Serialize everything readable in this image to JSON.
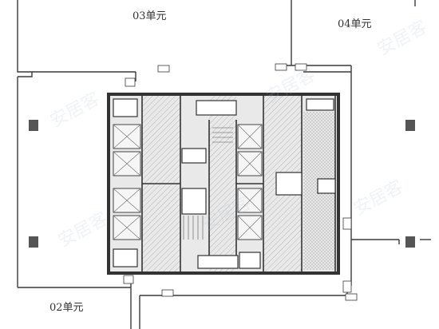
{
  "units": {
    "unit03": "03单元",
    "unit04": "04单元",
    "unit02": "02单元"
  },
  "colors": {
    "line": "#3a3a3a",
    "column": "#555555",
    "hatch": "#9a9a9a",
    "core_fill": "#e9e9e9"
  },
  "watermark": "安居客"
}
